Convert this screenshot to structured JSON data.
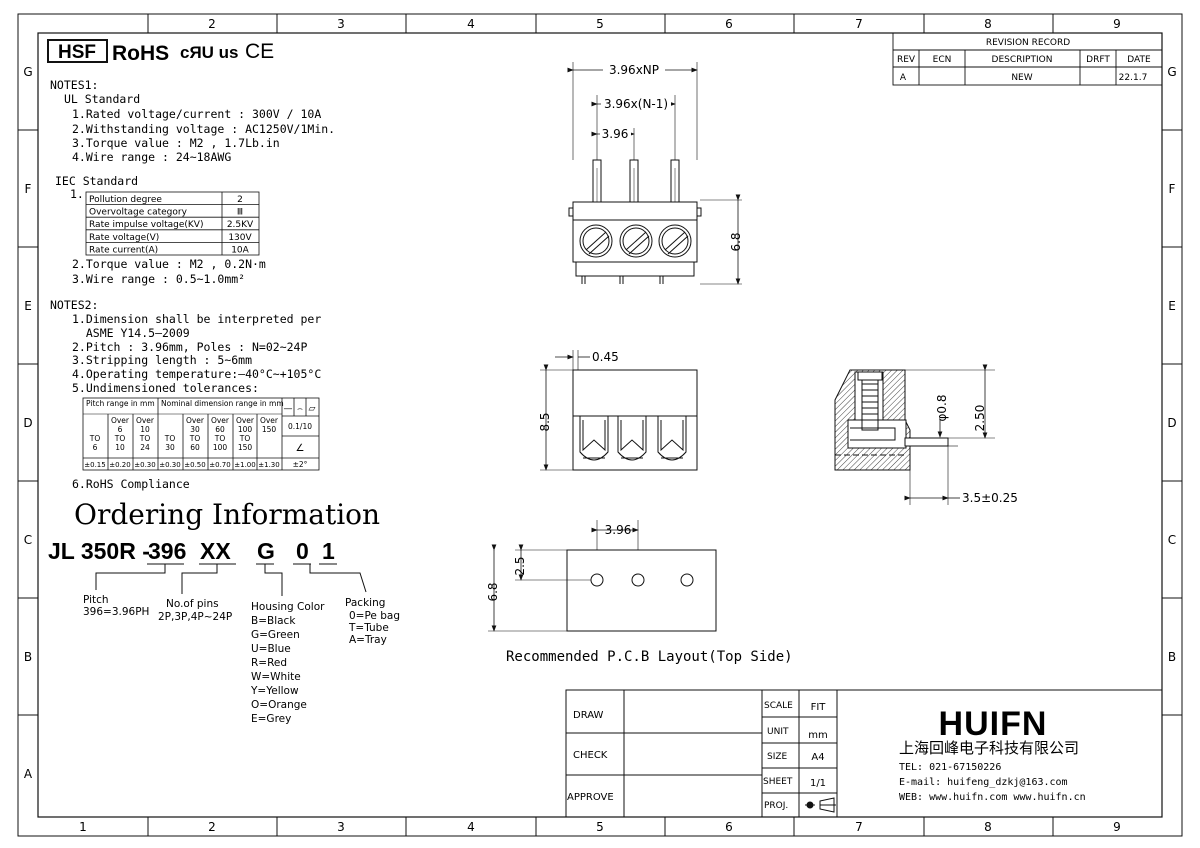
{
  "frame": {
    "cols_top": [
      "2",
      "3",
      "4",
      "5",
      "6",
      "7",
      "8",
      "9"
    ],
    "cols_bottom": [
      "1",
      "2",
      "3",
      "4",
      "5",
      "6",
      "7",
      "8",
      "9"
    ],
    "rows": [
      "G",
      "F",
      "E",
      "D",
      "C",
      "B",
      "A"
    ]
  },
  "logos": {
    "hsf": "HSF",
    "rohs": "RoHS",
    "ul": "cЯU us",
    "ce": "CE"
  },
  "notes1": {
    "title": "NOTES1:",
    "ul_title": "UL Standard",
    "ul_items": [
      "1.Rated voltage/current : 300V / 10A",
      "2.Withstanding voltage : AC1250V/1Min.",
      "3.Torque value : M2 , 1.7Lb.in",
      "4.Wire range : 24~18AWG"
    ],
    "iec_title": "IEC Standard",
    "iec_num": "1.",
    "iec_table": [
      [
        "Pollution degree",
        "2"
      ],
      [
        "Overvoltage category",
        "Ⅲ"
      ],
      [
        "Rate impulse voltage(KV)",
        "2.5KV"
      ],
      [
        "Rate voltage(V)",
        "130V"
      ],
      [
        "Rate current(A)",
        "10A"
      ]
    ],
    "iec_items": [
      "2.Torque value : M2 , 0.2N·m",
      "3.Wire range : 0.5~1.0mm²"
    ]
  },
  "notes2": {
    "title": "NOTES2:",
    "items": [
      "1.Dimension shall be interpreted per",
      "  ASME Y14.5—2009",
      "2.Pitch : 3.96mm, Poles : N=02~24P",
      "3.Stripping length : 5~6mm",
      "4.Operating temperature:—40°C~+105°C",
      "5.Undimensioned tolerances:"
    ],
    "rohs": "6.RoHS Compliance"
  },
  "tolerance_table": {
    "pitch_header": "Pitch range in mm",
    "nominal_header": "Nominal dimension range in mm",
    "symbols": [
      "—",
      "⌢",
      "▱"
    ],
    "flat_tol": "0.1/10",
    "angle_sym": "∠",
    "angle_tol": "±2°",
    "pitch_cols": [
      [
        "",
        "TO",
        "6"
      ],
      [
        "Over",
        "6",
        "TO",
        "10"
      ],
      [
        "Over",
        "10",
        "TO",
        "24"
      ]
    ],
    "nominal_cols": [
      [
        "",
        "TO",
        "30"
      ],
      [
        "Over",
        "30",
        "TO",
        "60"
      ],
      [
        "Over",
        "60",
        "TO",
        "100"
      ],
      [
        "Over",
        "100",
        "TO",
        "150"
      ],
      [
        "Over",
        "150"
      ]
    ],
    "tolerances": [
      "±0.15",
      "±0.20",
      "±0.30",
      "±0.30",
      "±0.50",
      "±0.70",
      "±1.00",
      "±1.30"
    ]
  },
  "ordering": {
    "title": "Ordering Information",
    "code_prefix": "JL 350R -",
    "code_parts": [
      "396",
      "XX",
      "G",
      "0",
      "1"
    ],
    "pitch": [
      "Pitch",
      "396=3.96PH"
    ],
    "pins": [
      "No.of pins",
      "2P,3P,4P~24P"
    ],
    "color": [
      "Housing Color",
      "B=Black",
      "G=Green",
      "U=Blue",
      "R=Red",
      "W=White",
      "Y=Yellow",
      "O=Orange",
      "E=Grey"
    ],
    "packing": [
      "Packing",
      "0=Pe bag",
      "T=Tube",
      "A=Tray"
    ]
  },
  "revision": {
    "title": "REVISION RECORD",
    "headers": [
      "REV",
      "ECN",
      "DESCRIPTION",
      "DRFT",
      "DATE"
    ],
    "row": [
      "A",
      "",
      "NEW",
      "",
      "22.1.7"
    ]
  },
  "dims": {
    "np": "3.96xNP",
    "n1": "3.96x(N-1)",
    "p": "3.96",
    "h68": "6.8",
    "t045": "0.45",
    "h85": "8.5",
    "d08": "φ0.8",
    "d250": "2.50",
    "d35": "3.5±0.25",
    "pcb_p": "3.96",
    "pcb_25": "2.5",
    "pcb_68": "6.8",
    "pcb_caption": "Recommended P.C.B Layout(Top Side)"
  },
  "title_block": {
    "draw": "DRAW",
    "check": "CHECK",
    "approve": "APPROVE",
    "scale": [
      "SCALE",
      "FIT"
    ],
    "unit": [
      "UNIT",
      "mm"
    ],
    "size": [
      "SIZE",
      "A4"
    ],
    "sheet": [
      "SHEET",
      "1/1"
    ],
    "proj": "PROJ.",
    "brand": "HUIFN",
    "company": "上海回峰电子科技有限公司",
    "tel": "TEL: 021-67150226",
    "email": "E-mail: huifeng_dzkj@163.com",
    "web": "WEB: www.huifn.com  www.huifn.cn"
  }
}
